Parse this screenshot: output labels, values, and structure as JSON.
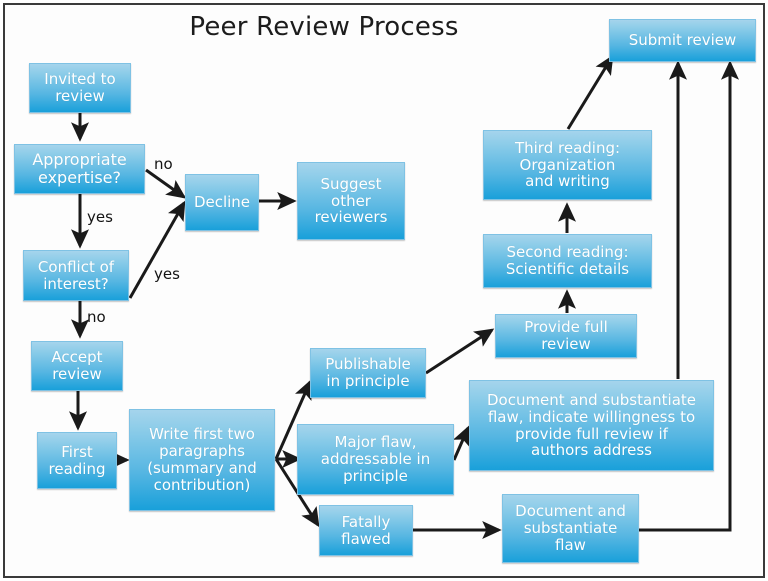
{
  "page": {
    "title": "Peer Review Process",
    "background": "#ffffff",
    "frame_color": "#3a3a3a",
    "node_fill_top": "#a5d4ec",
    "node_fill_bottom": "#19a0da",
    "node_border": "#7fc2e4",
    "node_text_color": "#ffffff",
    "edge_color": "#1a1a1a"
  },
  "nodes": [
    {
      "id": "invited",
      "label": "Invited to\nreview"
    },
    {
      "id": "expertise",
      "label": "Appropriate\nexpertise?"
    },
    {
      "id": "conflict",
      "label": "Conflict of\ninterest?"
    },
    {
      "id": "accept",
      "label": "Accept\nreview"
    },
    {
      "id": "first_reading",
      "label": "First\nreading"
    },
    {
      "id": "decline",
      "label": "Decline"
    },
    {
      "id": "suggest",
      "label": "Suggest\nother\nreviewers"
    },
    {
      "id": "write_two",
      "label": "Write first two\nparagraphs\n(summary  and\ncontribution)"
    },
    {
      "id": "publishable",
      "label": "Publishable\nin principle"
    },
    {
      "id": "major_flaw",
      "label": "Major flaw,\naddressable in\nprinciple"
    },
    {
      "id": "fatally_flawed",
      "label": "Fatally\nflawed"
    },
    {
      "id": "doc_willing",
      "label": "Document and substantiate\nflaw, indicate willingness to\nprovide full review if\nauthors address"
    },
    {
      "id": "doc_flaw",
      "label": "Document and\nsubstantiate\nflaw"
    },
    {
      "id": "provide_full",
      "label": "Provide full\nreview"
    },
    {
      "id": "second_reading",
      "label": "Second reading:\nScientific details"
    },
    {
      "id": "third_reading",
      "label": "Third reading:\nOrganization\nand writing"
    },
    {
      "id": "submit",
      "label": "Submit review"
    }
  ],
  "edge_labels": [
    {
      "id": "no_expertise",
      "text": "no"
    },
    {
      "id": "yes_expertise",
      "text": "yes"
    },
    {
      "id": "yes_conflict",
      "text": "yes"
    },
    {
      "id": "no_conflict",
      "text": "no"
    }
  ]
}
